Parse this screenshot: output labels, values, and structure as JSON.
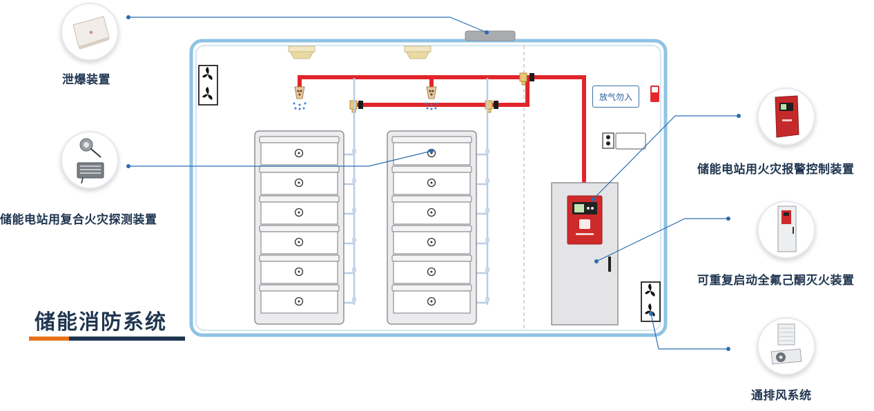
{
  "title": "储能消防系统",
  "callouts": {
    "explosion_vent": "泄爆装置",
    "composite_detector": "储能电站用复合火灾探测装置",
    "alarm_controller": "储能电站用火灾报警控制装置",
    "extinguishing_device": "可重复启动全氟己酮灭火装置",
    "ventilation": "通排风系统"
  },
  "no_entry_sign": "放气勿入",
  "colors": {
    "navy": "#1f3550",
    "orange": "#e8721c",
    "container_stroke": "#8fc3e4",
    "pipe_red": "#e0262b",
    "branch_pipe": "#b9cde3",
    "cabinet_bg": "#e4e4e6",
    "controller_red": "#cf2a2a"
  },
  "icons": [
    "fan-icon",
    "sprinkler-nozzle-icon",
    "valve-icon",
    "ceiling-detector-icon",
    "explosion-vent-icon",
    "fire-light-icon",
    "door-handle-icon"
  ],
  "battery_racks": [
    {
      "modules": 6
    },
    {
      "modules": 6
    }
  ]
}
